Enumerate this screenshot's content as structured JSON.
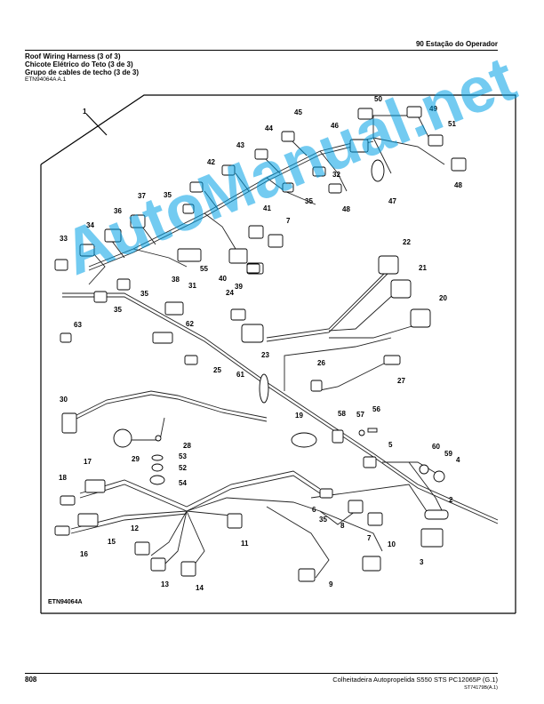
{
  "header": {
    "section_title": "90 Estação do Operador"
  },
  "title": {
    "line_en": "Roof Wiring Harness (3 of 3)",
    "line_pt": "Chicote Elétrico do Teto (3 de 3)",
    "line_es": "Grupo de cables de techo (3 de 3)"
  },
  "ref_code": "ETN94064A A.1",
  "figure_label": "ETN94064A",
  "watermark": "AutoManual.net",
  "footer": {
    "page_number": "808",
    "text": "Colheitadeira Autopropelida S550 STS   PC12065P   (G.1)",
    "code": "ST74179B(A.1)"
  },
  "callouts": [
    "1",
    "2",
    "3",
    "4",
    "5",
    "6",
    "7",
    "7",
    "7",
    "8",
    "9",
    "10",
    "11",
    "12",
    "13",
    "14",
    "15",
    "16",
    "17",
    "18",
    "19",
    "20",
    "21",
    "22",
    "23",
    "24",
    "25",
    "25",
    "26",
    "27",
    "28",
    "29",
    "30",
    "31",
    "32",
    "33",
    "34",
    "35",
    "35",
    "35",
    "35",
    "35",
    "36",
    "37",
    "38",
    "39",
    "40",
    "41",
    "42",
    "43",
    "44",
    "45",
    "46",
    "47",
    "48",
    "48",
    "49",
    "50",
    "51",
    "52",
    "53",
    "54",
    "55",
    "56",
    "57",
    "58",
    "59",
    "60",
    "61",
    "62",
    "63"
  ]
}
